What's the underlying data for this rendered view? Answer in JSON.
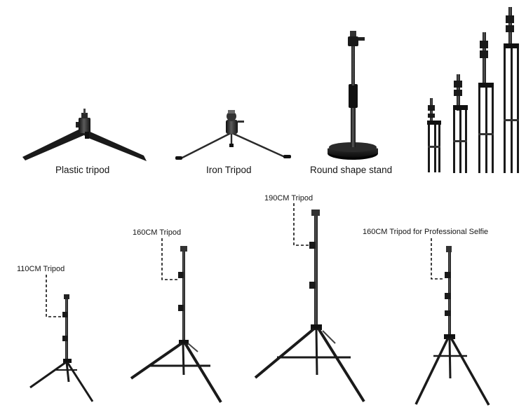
{
  "labels": {
    "plastic": "Plastic tripod",
    "iron": "Iron Tripod",
    "round": "Round shape stand",
    "t110": "110CM Tripod",
    "t160": "160CM Tripod",
    "t190": "190CM Tripod",
    "t160pro": "160CM Tripod for Professional Selfie"
  },
  "colors": {
    "metal": "#1c1c1c",
    "highlight": "#5a5a5a",
    "leader": "#111111",
    "background": "#ffffff"
  }
}
